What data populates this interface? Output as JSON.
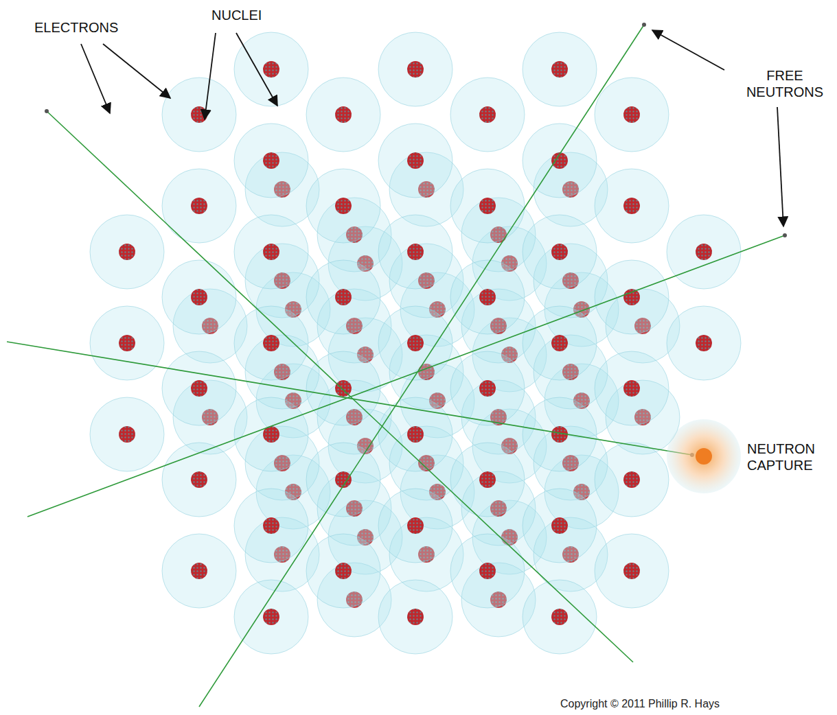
{
  "diagram": {
    "labels": [
      "ELECTRONS",
      "NUCLEI",
      "FREE NEUTRONS",
      "NEUTRON CAPTURE",
      "Copyright © 2011 Phillip R. Hays"
    ]
  }
}
